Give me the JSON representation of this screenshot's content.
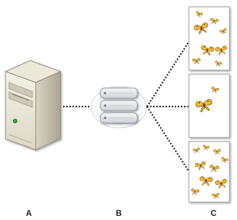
{
  "labels": {
    "a": "A",
    "b": "B",
    "c": "C"
  },
  "colors": {
    "connector": "#111111",
    "butterfly_wing": "#e8a21c",
    "butterfly_outline": "#5a3a08",
    "page_border": "#9a9a9a"
  },
  "icons": {
    "computer": "desktop-tower-computer-icon",
    "server": "stacked-server-icon",
    "document": "butterfly-document-icon"
  }
}
